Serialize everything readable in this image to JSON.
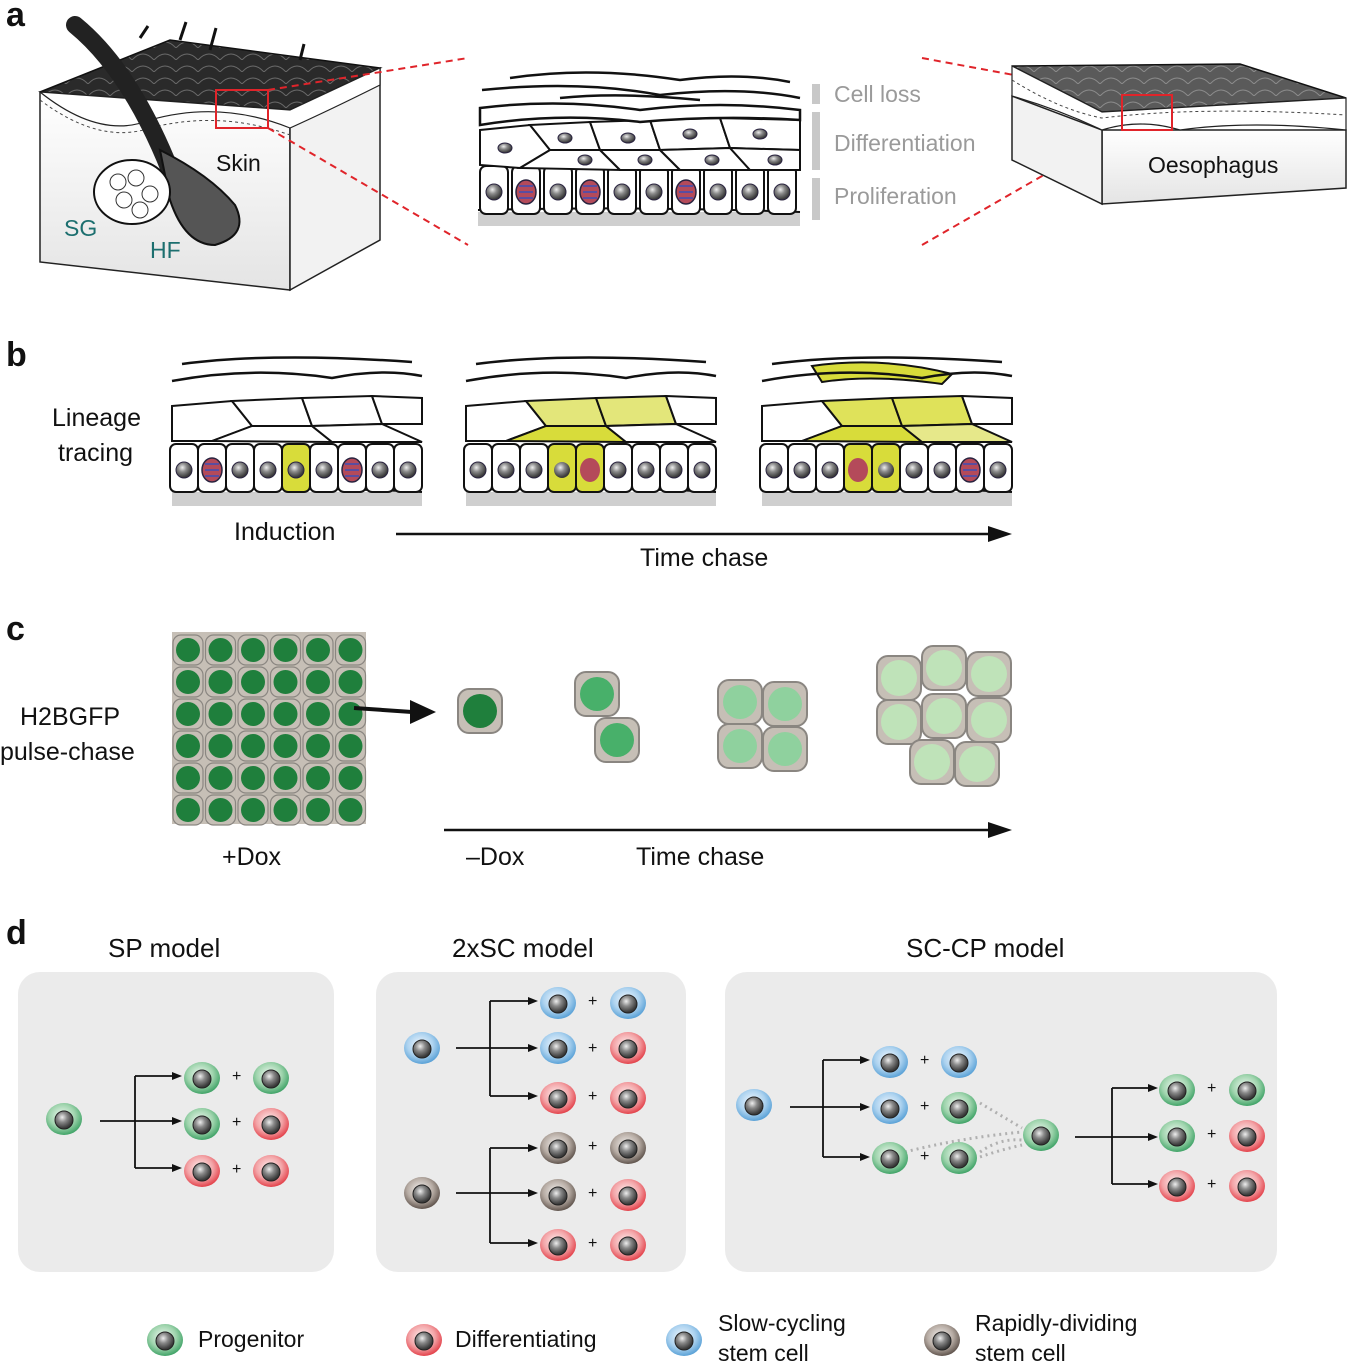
{
  "panels": {
    "a": {
      "letter": "a",
      "skin_label": "Skin",
      "sg_label": "SG",
      "hf_label": "HF",
      "layers": [
        "Cell loss",
        "Differentiation",
        "Proliferation"
      ],
      "oesophagus_label": "Oesophagus"
    },
    "b": {
      "letter": "b",
      "side_label_line1": "Lineage",
      "side_label_line2": "tracing",
      "induction_label": "Induction",
      "time_label": "Time chase"
    },
    "c": {
      "letter": "c",
      "side_label_line1": "H2BGFP",
      "side_label_line2": "pulse-chase",
      "dox_on_label": "+Dox",
      "dox_off_label": "–Dox",
      "time_label": "Time chase"
    },
    "d": {
      "letter": "d",
      "models": [
        {
          "title": "SP model"
        },
        {
          "title": "2xSC model"
        },
        {
          "title": "SC-CP model"
        }
      ],
      "plus_sign": "+",
      "legend": [
        {
          "label_line1": "Progenitor",
          "label_line2": "",
          "color": "#2e9a5a"
        },
        {
          "label_line1": "Differentiating",
          "label_line2": "",
          "color": "#e8474f"
        },
        {
          "label_line1": "Slow-cycling",
          "label_line2": "stem cell",
          "color": "#5aa6dc"
        },
        {
          "label_line1": "Rapidly-dividing",
          "label_line2": "stem cell",
          "color": "#6b5d55"
        }
      ]
    }
  },
  "colors": {
    "progenitor": "#2e9a5a",
    "differentiating": "#e8474f",
    "slow_cycling": "#5aa6dc",
    "rapid_dividing": "#6b5d55",
    "gfp_dark": "#1f7f3c",
    "gfp_mid": "#48b06a",
    "gfp_light": "#bfe3b9",
    "tracing_yellow": "#d8dc3a",
    "highlight_red": "#e0242a",
    "panel_bg": "#ebebeb"
  }
}
